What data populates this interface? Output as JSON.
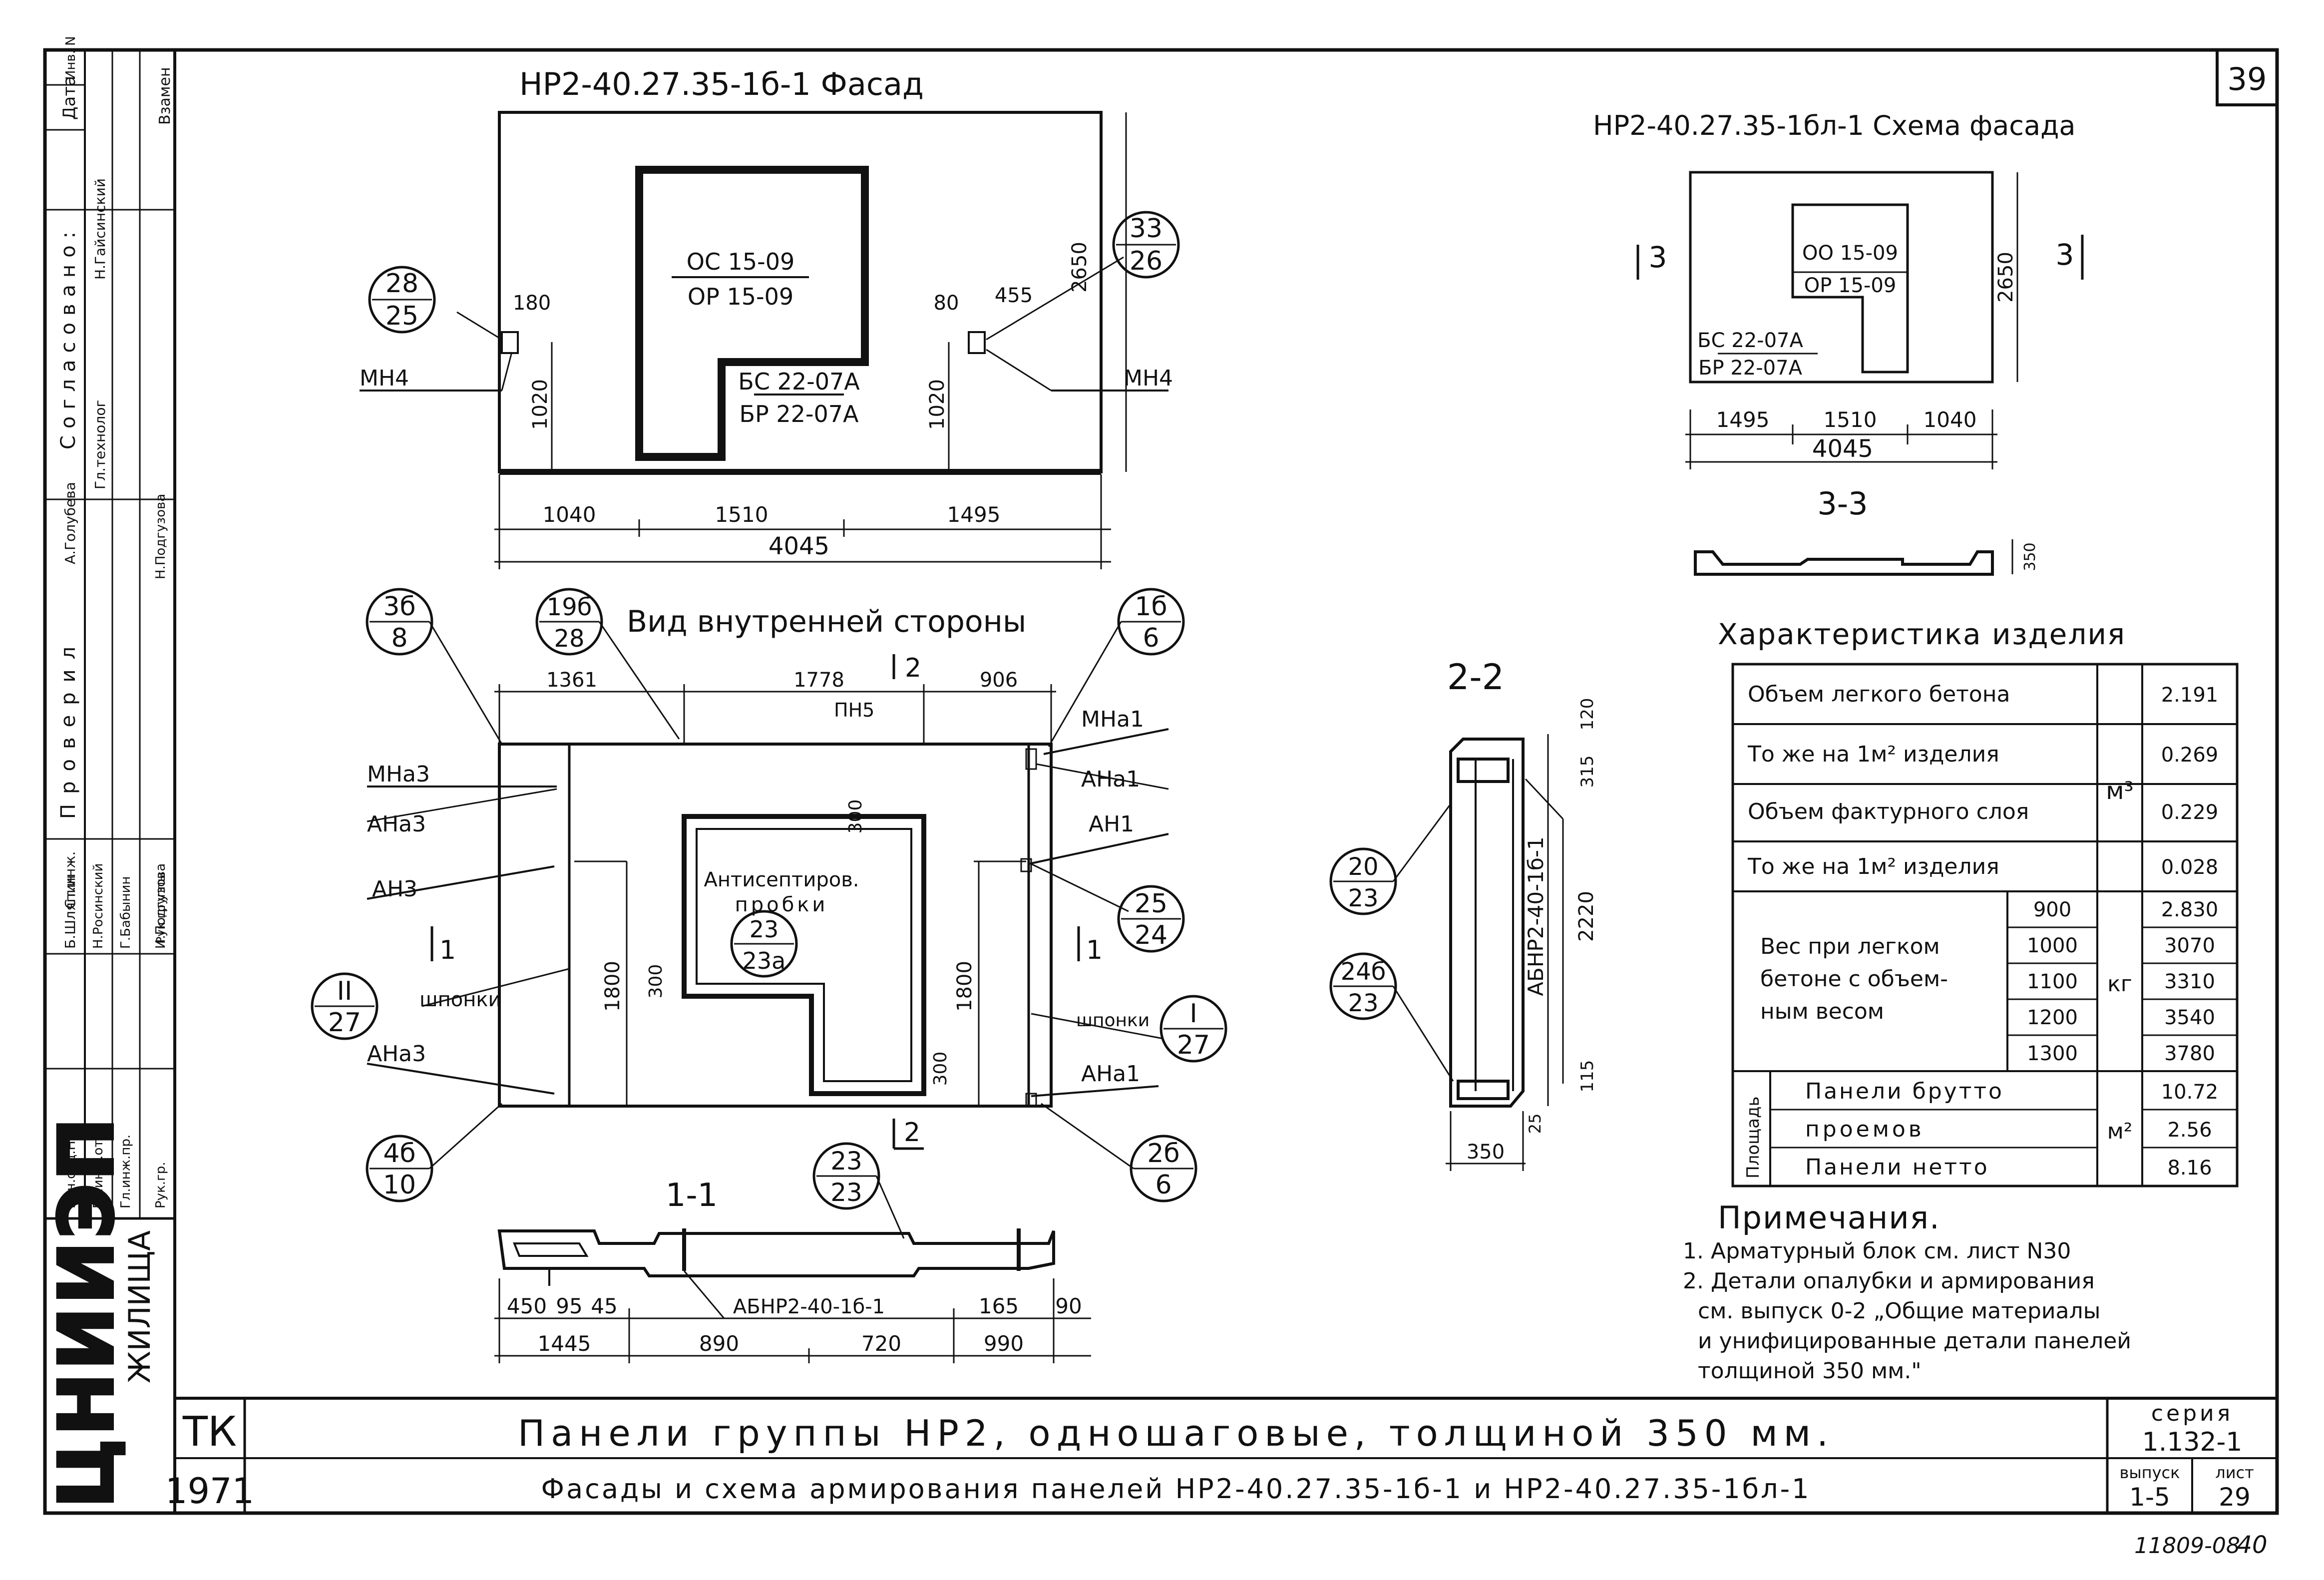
{
  "sheet": {
    "number": "39",
    "bottom_code": "11809-08",
    "bottom_page": "40",
    "org_mark": "ЦНИИЭП",
    "org_word": "ЖИЛИЩА",
    "stamp_tk": "ТК",
    "stamp_year": "1971",
    "title_line1": "Панели группы НР2, одношаговые, толщиной 350 мм.",
    "title_line2": "Фасады и схема армирования панелей НР2-40.27.35-1б-1 и НР2-40.27.35-1бл-1",
    "seria_label": "серия",
    "seria_value": "1.132-1",
    "vypusk_label": "выпуск",
    "vypusk_value": "1-5",
    "list_label": "лист",
    "list_value": "29"
  },
  "approval_strip": {
    "headers": [
      "Дата",
      "Инв. N",
      "Взамен"
    ],
    "soglasovano_label": "Согласовано:",
    "soglasovano_people": [
      "Н.Гайсинский",
      "Гл.технолог"
    ],
    "proveriia_label": "Проверил",
    "proveriia_people": [
      "А.Голубева",
      "Н.Подгузова"
    ],
    "roles": [
      "Нач.отд.НП",
      "Гл.инж.отд.",
      "Гл.инж.пр.",
      "Рук.гр.",
      "Ст.инж.",
      "Рук.группы"
    ],
    "names": [
      "Б.Шляпин",
      "Н.Росинский",
      "Г.Бабынин",
      "И.Подгузова"
    ]
  },
  "facade": {
    "title": "НР2-40.27.35-1б-1 Фасад",
    "window_marks": [
      "ОС 15-09",
      "ОР 15-09"
    ],
    "door_marks": [
      "БС 22-07А",
      "БР 22-07А"
    ],
    "mn_left": "МН4",
    "mn_right": "МН4",
    "callout_left": [
      "28",
      "25"
    ],
    "callout_right": [
      "33",
      "26"
    ],
    "dims": {
      "left_offset": "180",
      "right_offset": "80",
      "right_gap": "455",
      "height": "2650",
      "sill_left": "1020",
      "sill_right": "1020",
      "seg1": "1040",
      "seg2": "1510",
      "seg3": "1495",
      "total": "4045"
    }
  },
  "scheme": {
    "title": "НР2-40.27.35-1бл-1 Схема фасада",
    "marks": [
      "ОО 15-09",
      "ОР 15-09",
      "БС 22-07А",
      "БР 22-07А"
    ],
    "section_mark": "3",
    "dims": {
      "seg1": "1495",
      "seg2": "1510",
      "seg3": "1040",
      "total": "4045",
      "height": "2650",
      "thickness": "350"
    },
    "section_title": "3-3"
  },
  "inner": {
    "title": "Вид внутренней стороны",
    "callouts": [
      [
        "3б",
        "8"
      ],
      [
        "19б",
        "28"
      ],
      [
        "1б",
        "6"
      ],
      [
        "25",
        "24"
      ],
      [
        "I",
        "27"
      ],
      [
        "2б",
        "6"
      ],
      [
        "4б",
        "10"
      ],
      [
        "II",
        "27"
      ],
      [
        "23",
        "23а"
      ]
    ],
    "labels": {
      "mna3_top": "МНа3",
      "ana3_top": "АНа3",
      "an3": "АН3",
      "shponki_left": "шпонки",
      "ana3_bottom": "АНа3",
      "mna1": "МНа1",
      "ana1_top": "АНа1",
      "an1": "АН1",
      "shponki_right": "шпонки",
      "ana1_bottom": "АНа1",
      "pn5": "ПН5",
      "antisept1": "Антисептиров.",
      "antisept2": "пробки"
    },
    "dims": {
      "top1": "1361",
      "top2": "1778",
      "top3": "906",
      "h_left": "1800",
      "h_right": "1800",
      "v300_top": "300",
      "v300_left": "300",
      "v300_bottom": "300"
    },
    "section_mark_top": "2",
    "section_mark_bottom": "2",
    "section_mark_left": "1",
    "section_mark_right": "1"
  },
  "section_11": {
    "title": "1-1",
    "label": "АБНР2-40-1б-1",
    "callout": [
      "23",
      "23"
    ],
    "dims_top": [
      "450",
      "95",
      "45",
      "165",
      "90"
    ],
    "dims_bottom": [
      "1445",
      "890",
      "720",
      "990"
    ]
  },
  "section_22": {
    "title": "2-2",
    "label": "АБНР2-40-1б-1",
    "callouts": [
      [
        "20",
        "23"
      ],
      [
        "24б",
        "23"
      ]
    ],
    "dims": [
      "120",
      "315",
      "2220",
      "115",
      "25",
      "350"
    ]
  },
  "characteristics": {
    "title": "Характеристика изделия",
    "rows": [
      {
        "label": "Объем легкого бетона",
        "value": "2.191"
      },
      {
        "label": "То же на 1м² изделия",
        "value": "0.269"
      },
      {
        "label": "Объем фактурного слоя",
        "value": "0.229"
      },
      {
        "label": "То же на 1м² изделия",
        "value": "0.028"
      }
    ],
    "unit_m3": "м³",
    "weight_label_lines": [
      "Вес при легком",
      "бетоне с объем-",
      "ным весом"
    ],
    "weight_unit": "кг",
    "weights": [
      {
        "density": "900",
        "value": "2.830"
      },
      {
        "density": "1000",
        "value": "3070"
      },
      {
        "density": "1100",
        "value": "3310"
      },
      {
        "density": "1200",
        "value": "3540"
      },
      {
        "density": "1300",
        "value": "3780"
      }
    ],
    "area_label": "Площадь",
    "area_unit": "м²",
    "areas": [
      {
        "label": "Панели брутто",
        "value": "10.72"
      },
      {
        "label": "проемов",
        "value": "2.56"
      },
      {
        "label": "Панели нетто",
        "value": "8.16"
      }
    ]
  },
  "notes": {
    "title": "Примечания.",
    "lines": [
      "1. Арматурный блок см. лист N30",
      "2. Детали опалубки и армирования",
      "см. выпуск 0-2 „Общие материалы",
      "и унифицированные детали панелей",
      "толщиной 350 мм.\""
    ]
  }
}
